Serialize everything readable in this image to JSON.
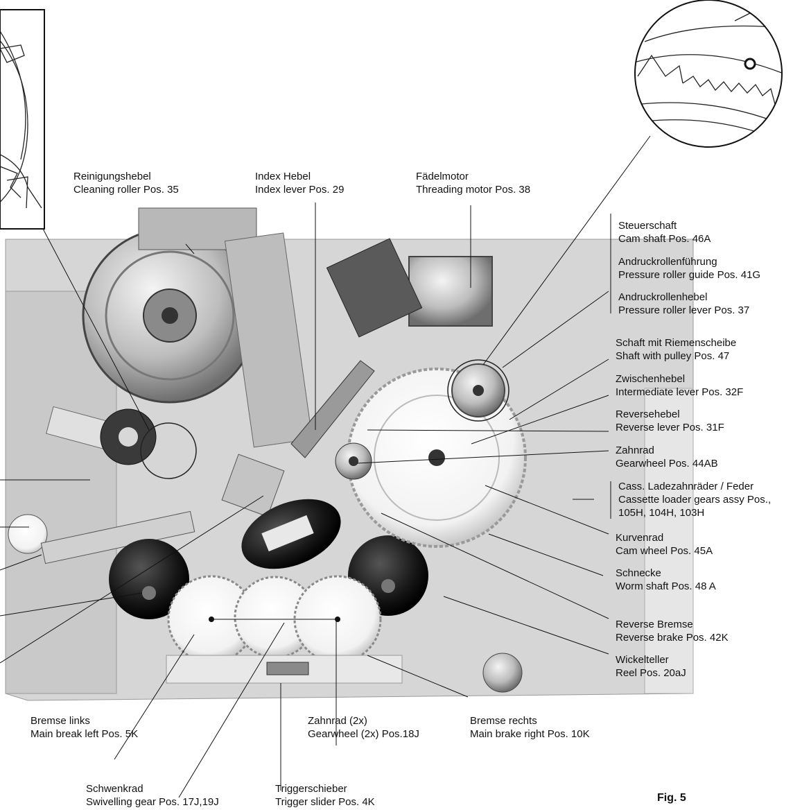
{
  "figure_label": "Fig. 5",
  "labels": {
    "reinigungshebel": {
      "de": "Reinigungshebel",
      "en": "Cleaning roller Pos. 35"
    },
    "index_hebel": {
      "de": "Index Hebel",
      "en": "Index lever Pos. 29"
    },
    "faedelmotor": {
      "de": "Fädelmotor",
      "en": "Threading motor Pos. 38"
    },
    "steuerschaft": {
      "de": "Steuerschaft",
      "en": "Cam shaft Pos. 46A"
    },
    "andruckrollenfuehrung": {
      "de": "Andruckrollenführung",
      "en": "Pressure roller guide Pos. 41G"
    },
    "andruckrollenhebel": {
      "de": "Andruckrollenhebel",
      "en": "Pressure roller lever Pos. 37"
    },
    "schaft_riemenscheibe": {
      "de": "Schaft mit Riemenscheibe",
      "en": "Shaft with pulley Pos. 47"
    },
    "zwischenhebel": {
      "de": "Zwischenhebel",
      "en": "Intermediate lever Pos. 32F"
    },
    "reversehebel": {
      "de": "Reversehebel",
      "en": "Reverse lever Pos. 31F"
    },
    "zahnrad": {
      "de": "Zahnrad",
      "en": "Gearwheel Pos. 44AB"
    },
    "cass_lader": {
      "de": "Cass. Ladezahnräder / Feder",
      "en": "Cassette loader gears assy Pos.,",
      "en2": "105H, 104H, 103H"
    },
    "kurvenrad": {
      "de": "Kurvenrad",
      "en": "Cam wheel Pos. 45A"
    },
    "schnecke": {
      "de": "Schnecke",
      "en": "Worm shaft Pos. 48 A"
    },
    "reverse_bremse": {
      "de": "Reverse Bremse",
      "en": "Reverse brake Pos. 42K"
    },
    "wickelteller": {
      "de": "Wickelteller",
      "en": "Reel Pos. 20aJ"
    },
    "bremse_rechts": {
      "de": "Bremse rechts",
      "en": "Main brake right Pos. 10K"
    },
    "zahnrad_2x": {
      "de": "Zahnrad (2x)",
      "en": "Gearwheel (2x) Pos.18J"
    },
    "bremse_links": {
      "de": "Bremse links",
      "en": "Main break left Pos. 5K"
    },
    "schwenkrad": {
      "de": "Schwenkrad",
      "en": "Swivelling gear Pos. 17J,19J"
    },
    "triggerschieber": {
      "de": "Triggerschieber",
      "en": "Trigger slider Pos. 4K"
    }
  }
}
